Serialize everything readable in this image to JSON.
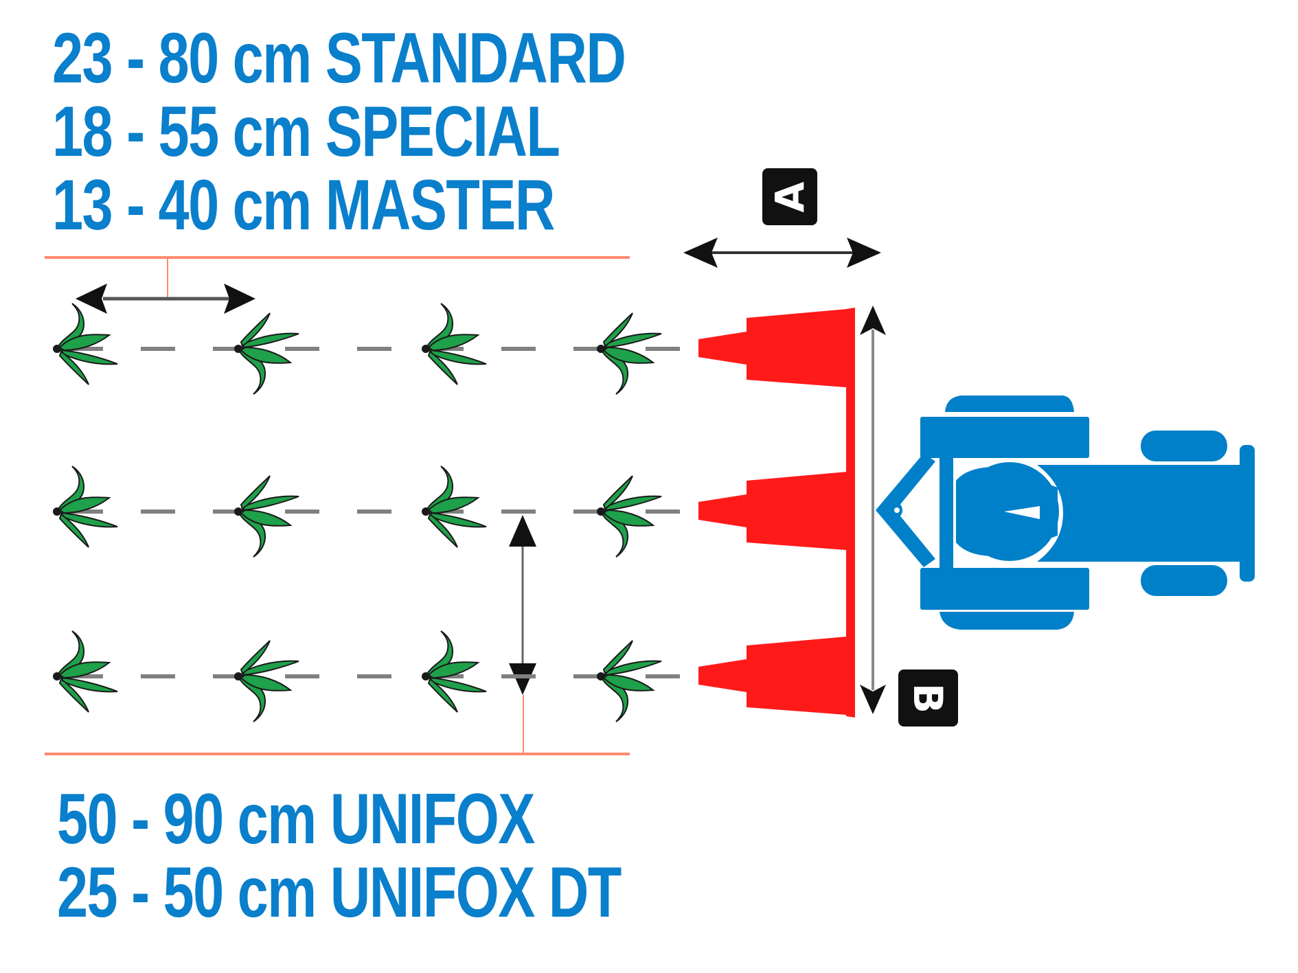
{
  "title": "Working width and row spacing diagram",
  "top_ranges": [
    {
      "min": 23,
      "max": 80,
      "unit": "cm",
      "model": "STANDARD",
      "text": "23 - 80 cm STANDARD"
    },
    {
      "min": 18,
      "max": 55,
      "unit": "cm",
      "model": "SPECIAL",
      "text": "18 - 55 cm SPECIAL"
    },
    {
      "min": 13,
      "max": 40,
      "unit": "cm",
      "model": "MASTER",
      "text": "13 - 40 cm MASTER"
    }
  ],
  "bottom_ranges": [
    {
      "min": 50,
      "max": 90,
      "unit": "cm",
      "model": "UNIFOX",
      "text": "50 - 90 cm UNIFOX"
    },
    {
      "min": 25,
      "max": 50,
      "unit": "cm",
      "model": "UNIFOX DT",
      "text": "25 - 50 cm UNIFOX DT"
    }
  ],
  "dimension_labels": {
    "a": "A",
    "b": "B"
  },
  "crop_rows": 3,
  "plants_per_row": 4,
  "implement_units": 3,
  "colors": {
    "text_blue": "#0a7fcc",
    "tractor_blue": "#0080c8",
    "implement_red": "#ff1a1a",
    "guide_line_salmon": "#ff8a70",
    "plant_green": "#1fa04a",
    "dash_gray": "#808080",
    "arrow_black": "#111111"
  },
  "icons": {
    "plant": "crop-plant-icon",
    "tractor": "tractor-icon",
    "implement": "hoe-unit-icon",
    "arrow": "double-arrow-icon"
  }
}
